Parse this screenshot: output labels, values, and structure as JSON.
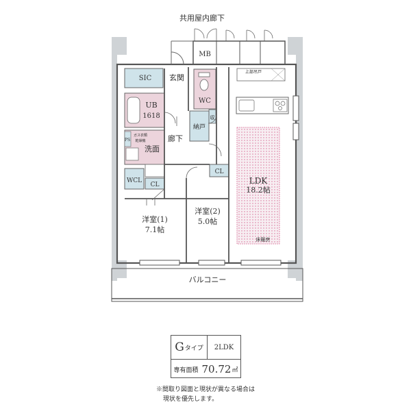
{
  "plan": {
    "corridor_label": "共用屋内廊下",
    "balcony_label": "バルコニー",
    "rooms": {
      "mb": "MB",
      "sic": "SIC",
      "genkan": "玄関",
      "wc": "WC",
      "ub_name": "UB",
      "ub_size": "1618",
      "shelf": "収",
      "nando": "納戸",
      "rouka": "廊下",
      "washroom": "洗面",
      "washer_note_1": "ガス衣類",
      "washer_note_2": "乾燥機",
      "ps": "PS",
      "wcl": "WCL",
      "cl1": "CL",
      "cl2": "CL",
      "room1_name": "洋室(1)",
      "room1_size": "7.1帖",
      "room2_name": "洋室(2)",
      "room2_size": "5.0帖",
      "ldk_name": "LDK",
      "ldk_size": "18.2帖",
      "floor_heating": "床暖房",
      "upper_cabinet": "上部吊戸"
    }
  },
  "info": {
    "type_letter": "G",
    "type_suffix": "タイプ",
    "layout": "2LDK",
    "area_label": "専有面積",
    "area_value": "70.72",
    "area_unit": "㎡"
  },
  "note": {
    "line1": "※間取り図面と現状が異なる場合は",
    "line2": "現状を優先します。"
  }
}
